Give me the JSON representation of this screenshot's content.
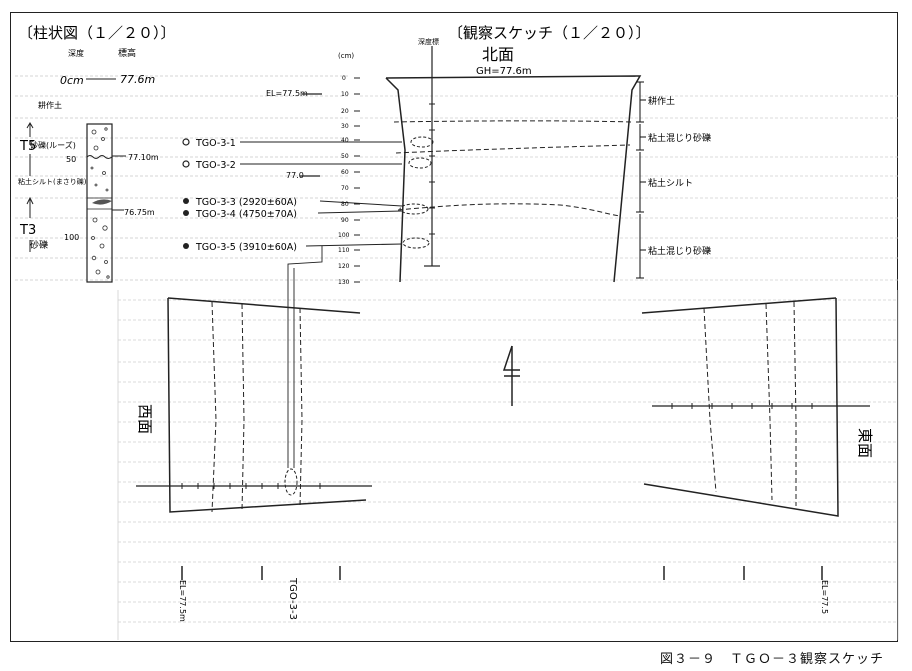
{
  "columnar": {
    "title": "〔柱状図（１／２０）〕",
    "depth_header": "深度",
    "elev_header": "標高",
    "depth_0": "0cm",
    "depth_50": "50",
    "depth_100": "100",
    "elev_top": "77.6m",
    "elev_mid": "77.10m",
    "elev_low": "76.75m",
    "unit_t5": "T5",
    "unit_t3": "T3",
    "layers": [
      {
        "label": "耕作土"
      },
      {
        "label": "砂礫(ルーズ)"
      },
      {
        "label": "粘土シルト(まさり礫)"
      },
      {
        "label": "砂礫"
      }
    ],
    "samples": [
      {
        "id": "TGO-3-1",
        "marker": "open"
      },
      {
        "id": "TGO-3-2",
        "marker": "open"
      },
      {
        "id": "TGO-3-3 (2920±60A)",
        "marker": "filled"
      },
      {
        "id": "TGO-3-4 (4750±70A)",
        "marker": "filled"
      },
      {
        "id": "TGO-3-5 (3910±60A)",
        "marker": "filled"
      }
    ],
    "el_label": "EL=77.5m",
    "el_770": "77.0"
  },
  "sketch": {
    "title": "〔観察スケッチ（１／２０）〕",
    "scale_unit": "(cm)",
    "scale_ticks": [
      "0",
      "10",
      "20",
      "30",
      "40",
      "50",
      "60",
      "70",
      "80",
      "90",
      "100",
      "110",
      "120",
      "130"
    ],
    "marker_label": "深度標",
    "north_face": "北面",
    "north_gh": "GH=77.6m",
    "west_face": "西面",
    "east_face": "東面",
    "side_labels": [
      "耕作土",
      "粘土混じり砂礫",
      "粘土シルト",
      "粘土混じり砂礫"
    ],
    "bottom_labels": [
      "EL=77.5m",
      "TGO-3-3",
      "EL=77.5"
    ]
  },
  "caption": "図３－９　ＴＧＯ－３観察スケッチ"
}
